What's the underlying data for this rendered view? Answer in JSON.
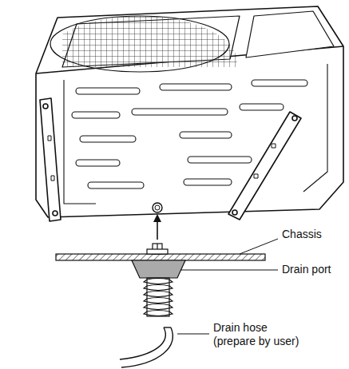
{
  "diagram": {
    "labels": [
      "Chassis",
      "Drain port",
      "Drain hose (prepare by user)"
    ]
  }
}
